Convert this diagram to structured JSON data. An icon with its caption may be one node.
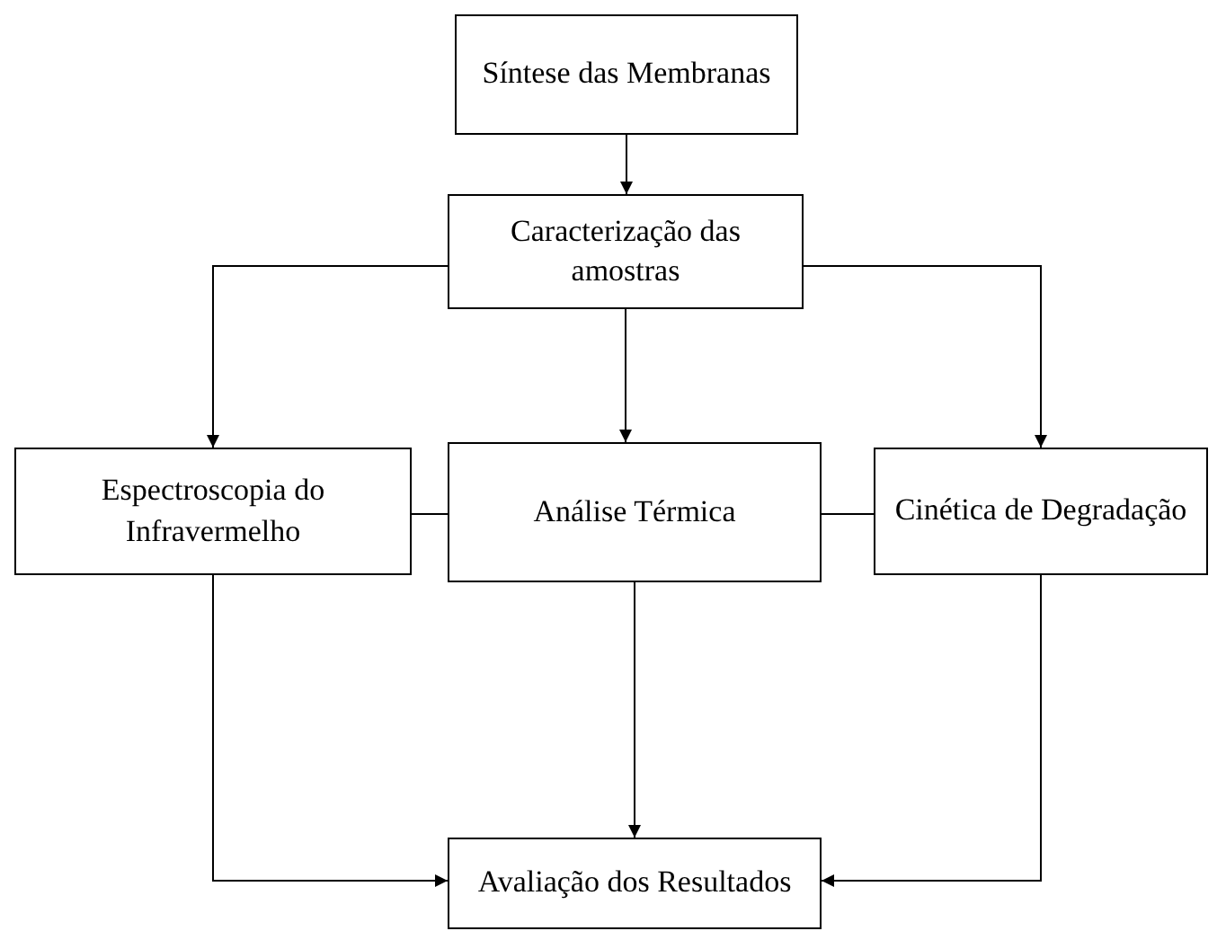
{
  "diagram": {
    "nodes": [
      {
        "text": [
          "Síntese das Membranas"
        ]
      },
      {
        "text": [
          "Caracterização das amostras"
        ]
      },
      {
        "text": [
          "Espectroscopia do Infravermelho"
        ]
      },
      {
        "text": [
          "Análise Térmica"
        ]
      },
      {
        "text": [
          "Cinética de Degradação"
        ]
      },
      {
        "text": [
          "Avaliação dos Resultados"
        ]
      }
    ],
    "edges": [
      {
        "from": 0,
        "to": 1,
        "arrow": "to"
      },
      {
        "from": 1,
        "to": 2,
        "arrow": "to"
      },
      {
        "from": 1,
        "to": 3,
        "arrow": "to"
      },
      {
        "from": 1,
        "to": 4,
        "arrow": "to"
      },
      {
        "from": 2,
        "to": 3,
        "arrow": "none"
      },
      {
        "from": 3,
        "to": 4,
        "arrow": "none"
      },
      {
        "from": 2,
        "to": 5,
        "arrow": "to"
      },
      {
        "from": 3,
        "to": 5,
        "arrow": "to"
      },
      {
        "from": 4,
        "to": 5,
        "arrow": "to"
      }
    ]
  }
}
